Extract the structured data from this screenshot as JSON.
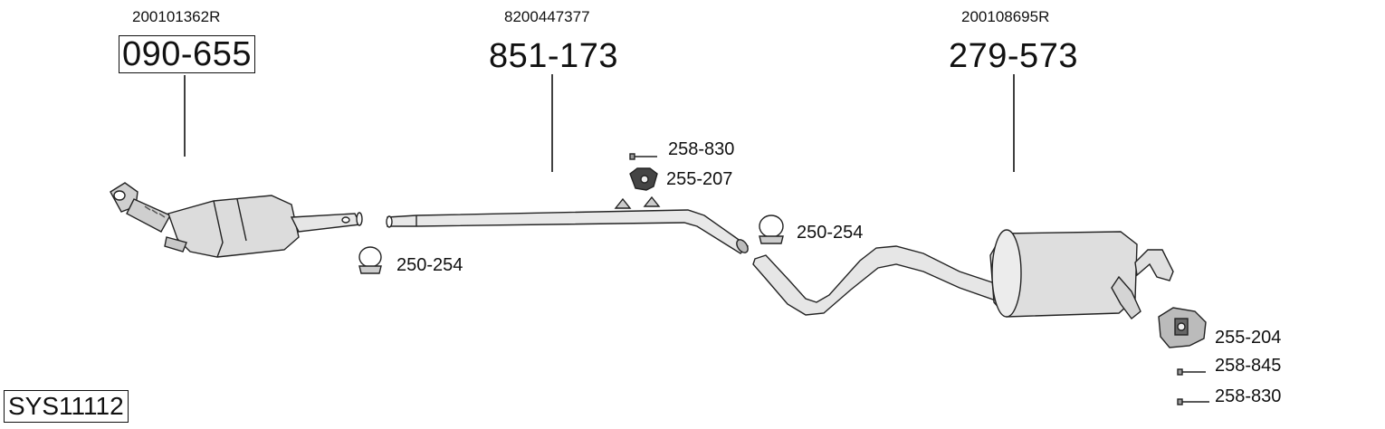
{
  "system_code": "SYS11112",
  "main_parts": [
    {
      "oem": "200101362R",
      "number": "090-655"
    },
    {
      "oem": "8200447377",
      "number": "851-173"
    },
    {
      "oem": "200108695R",
      "number": "279-573"
    }
  ],
  "accessories": {
    "clamp_left": "250-254",
    "bolt_top": "258-830",
    "mount_top": "255-207",
    "clamp_right": "250-254",
    "mount_bottom": "255-204",
    "bolt_bottom_1": "258-845",
    "bolt_bottom_2": "258-830"
  },
  "icons": {
    "catalyst": "catalytic-converter-icon",
    "pipe": "middle-pipe-icon",
    "silencer": "rear-silencer-icon",
    "clamp": "clamp-icon",
    "bolt": "bolt-icon",
    "mount": "rubber-mount-icon"
  }
}
